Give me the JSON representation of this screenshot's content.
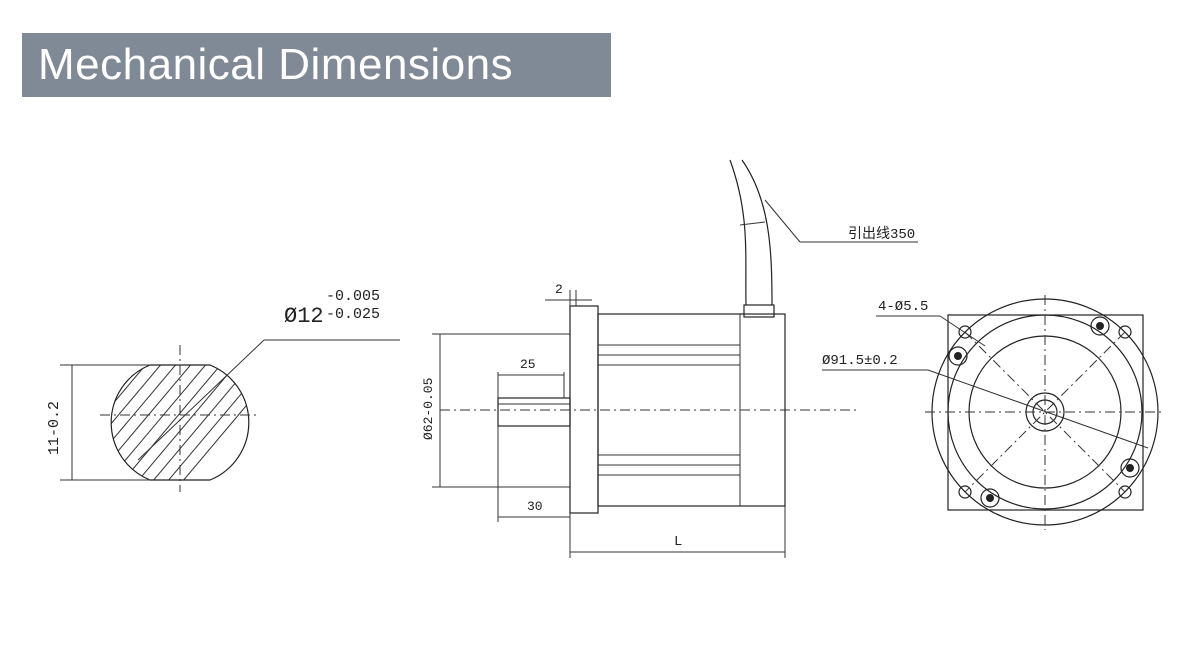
{
  "title": "Mechanical Dimensions",
  "shaft_section": {
    "diameter_label": "Ø12",
    "tolerance_upper": "-0.005",
    "tolerance_lower": "-0.025",
    "key_depth_label": "11-0.2"
  },
  "side_view": {
    "flange_thickness": "2",
    "key_length": "25",
    "shaft_length": "30",
    "body_length": "L",
    "pilot_diameter": "Ø62-0.05",
    "lead_wire_label": "引出线350"
  },
  "front_view": {
    "holes_label": "4-Ø5.5",
    "pcd_label": "Ø91.5±0.2"
  },
  "colors": {
    "title_background": "#808a96",
    "title_text": "#ffffff",
    "line": "#222222"
  }
}
